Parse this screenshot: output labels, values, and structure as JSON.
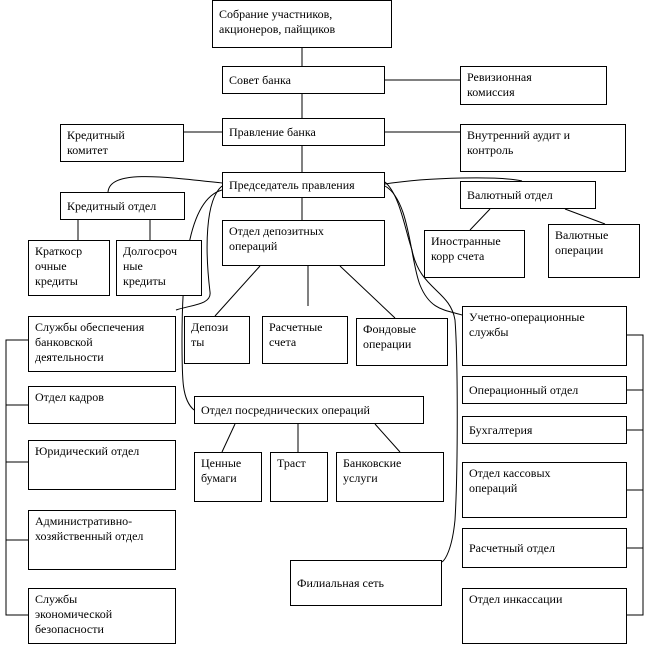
{
  "nodes": {
    "assembly": "Собрание участников,\nакционеров, пайщиков",
    "council": "Совет банка",
    "audit_commission": "Ревизионная\nкомиссия",
    "board": "Правление банка",
    "credit_committee": "Кредитный\nкомитет",
    "internal_audit": "Внутренний аудит и\nконтроль",
    "chairman": "Председатель правления",
    "credit_dept": "Кредитный отдел",
    "currency_dept": "Валютный отдел",
    "deposit_dept": "Отдел депозитных\nопераций",
    "short_credits": "Краткоср\nочные\nкредиты",
    "long_credits": "Долгосроч\nные\nкредиты",
    "foreign_corr": "Иностранные\nкорр счета",
    "currency_ops": "Валютные\nоперации",
    "support_services": "Службы обеспечения\nбанковской\nдеятельности",
    "deposits": "Депози\nты",
    "settlement_accounts": "Расчетные\nсчета",
    "stock_ops": "Фондовые\nоперации",
    "accounting_ops_services": "Учетно-операционные\nслужбы",
    "hr_dept": "Отдел кадров",
    "operations_dept": "Операционный отдел",
    "intermediary_dept": "Отдел посреднических операций",
    "bookkeeping": "Бухгалтерия",
    "legal_dept": "Юридический отдел",
    "securities": "Ценные\nбумаги",
    "trust": "Траст",
    "bank_services": "Банковские\nуслуги",
    "cash_ops_dept": "Отдел кассовых\nопераций",
    "admin_dept": "Административно-\nхозяйственный отдел",
    "settlement_dept": "Расчетный отдел",
    "branch_network": "Филиальная сеть",
    "economic_security": "Службы\nэкономической\nбезопасности",
    "collection_dept": "Отдел инкассации"
  }
}
